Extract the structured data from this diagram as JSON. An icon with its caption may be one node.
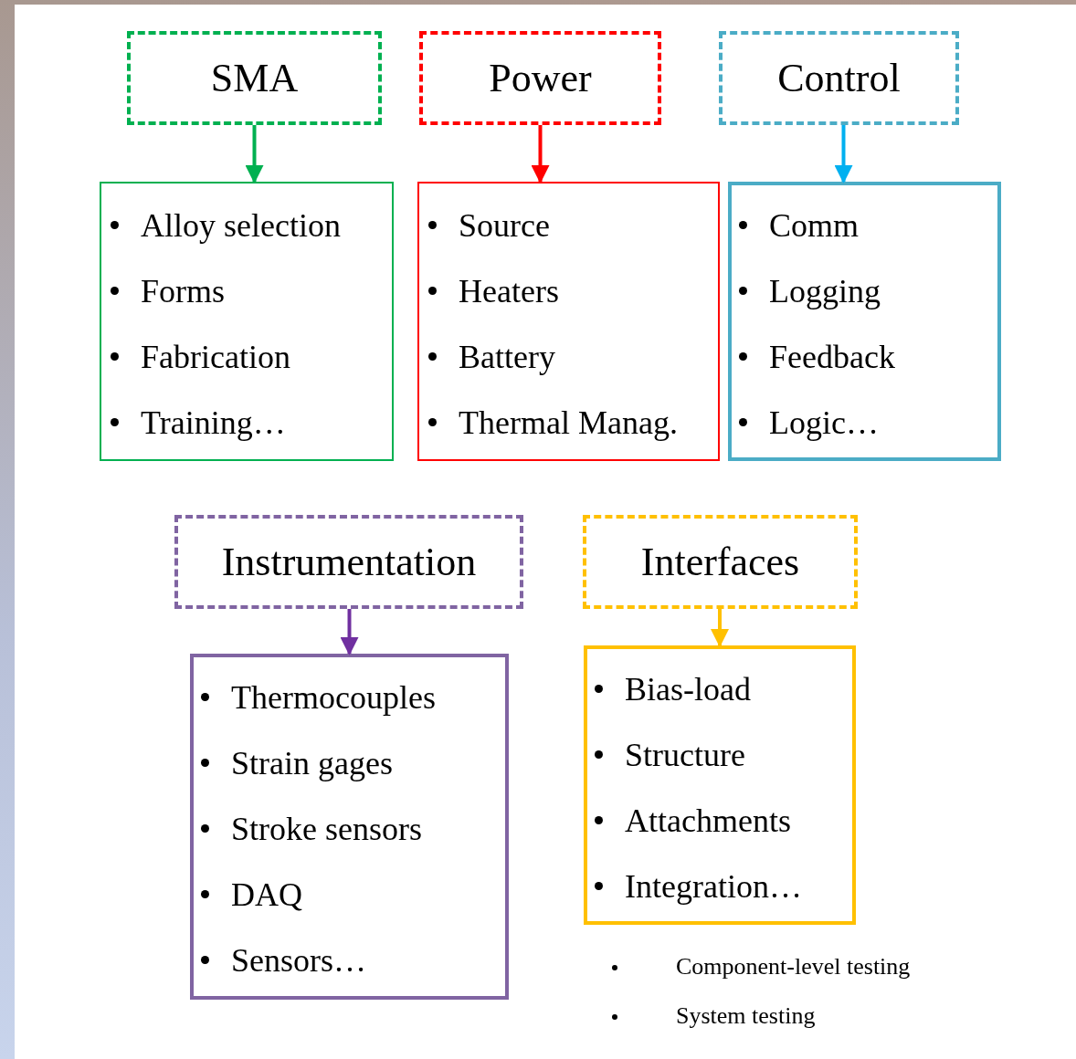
{
  "diagram": {
    "nodes": [
      {
        "text": [
          "SMA"
        ]
      },
      {
        "text": [
          "Alloy selection",
          "Forms",
          "Fabrication",
          "Training…"
        ]
      },
      {
        "text": [
          "Power"
        ]
      },
      {
        "text": [
          "Source",
          "Heaters",
          "Battery",
          "Thermal Manag."
        ]
      },
      {
        "text": [
          "Control"
        ]
      },
      {
        "text": [
          "Comm",
          "Logging",
          "Feedback",
          "Logic…"
        ]
      },
      {
        "text": [
          "Instrumentation"
        ]
      },
      {
        "text": [
          "Thermocouples",
          "Strain gages",
          "Stroke sensors",
          "DAQ",
          "Sensors…"
        ]
      },
      {
        "text": [
          "Interfaces"
        ]
      },
      {
        "text": [
          "Bias-load",
          "Structure",
          "Attachments",
          "Integration…"
        ]
      }
    ],
    "edges": [
      {
        "from": 0,
        "to": 1,
        "arrow": "to",
        "color": "#00b050"
      },
      {
        "from": 2,
        "to": 3,
        "arrow": "to",
        "color": "#ff0000"
      },
      {
        "from": 4,
        "to": 5,
        "arrow": "to",
        "color": "#00b0f0"
      },
      {
        "from": 6,
        "to": 7,
        "arrow": "to",
        "color": "#7030a0"
      },
      {
        "from": 8,
        "to": 9,
        "arrow": "to",
        "color": "#ffc000"
      }
    ],
    "labels": [
      "Component-level testing",
      "System testing"
    ]
  }
}
